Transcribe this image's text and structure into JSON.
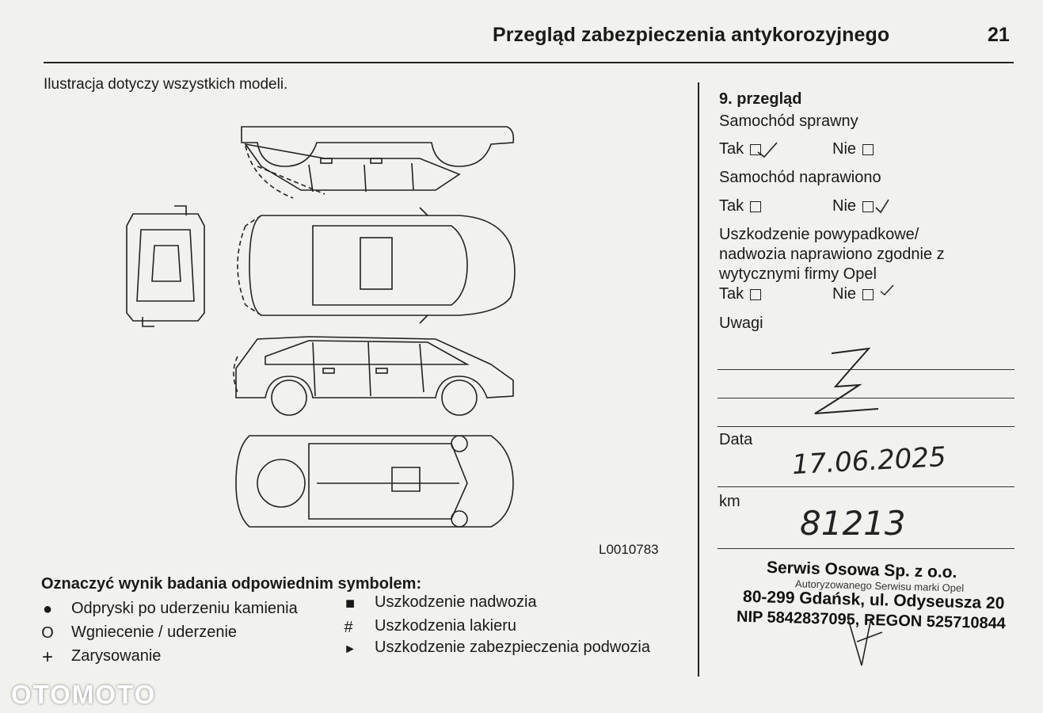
{
  "header": {
    "title": "Przegląd zabezpieczenia antykorozyjnego",
    "page_number": "21"
  },
  "illustration": {
    "note": "Ilustracja dotyczy wszystkich modeli.",
    "code": "L0010783"
  },
  "inspection": {
    "heading": "9. przegląd",
    "q1": {
      "label": "Samochód sprawny",
      "yes": "Tak",
      "no": "Nie"
    },
    "q2": {
      "label": "Samochód naprawiono",
      "yes": "Tak",
      "no": "Nie"
    },
    "q3": {
      "label_l1": "Uszkodzenie powypadkowe/",
      "label_l2": "nadwozia naprawiono zgodnie z",
      "label_l3": "wytycznymi firmy Opel",
      "yes": "Tak",
      "no": "Nie"
    },
    "remarks_label": "Uwagi",
    "date_label": "Data",
    "date_value": "17.06.2025",
    "km_label": "km",
    "km_value": "81213"
  },
  "stamp": {
    "line1": "Serwis Osowa Sp. z o.o.",
    "line_small": "Autoryzowanego Serwisu marki Opel",
    "line2": "80-299 Gdańsk, ul. Odyseusza 20",
    "line3": "NIP 5842837095, REGON 525710844"
  },
  "legend": {
    "title": "Oznaczyć wynik badania odpowiednim symbolem:",
    "items": [
      {
        "symbol": "●",
        "label": "Odpryski po uderzeniu kamienia"
      },
      {
        "symbol": "O",
        "label": "Wgniecenie / uderzenie"
      },
      {
        "symbol": "+",
        "label": "Zarysowanie"
      },
      {
        "symbol": "■",
        "label": "Uszkodzenie nadwozia"
      },
      {
        "symbol": "#",
        "label": "Uszkodzenia lakieru"
      },
      {
        "symbol": "►",
        "label": "Uszkodzenie zabezpieczenia podwozia"
      }
    ]
  },
  "watermark": "OTOMOTO"
}
